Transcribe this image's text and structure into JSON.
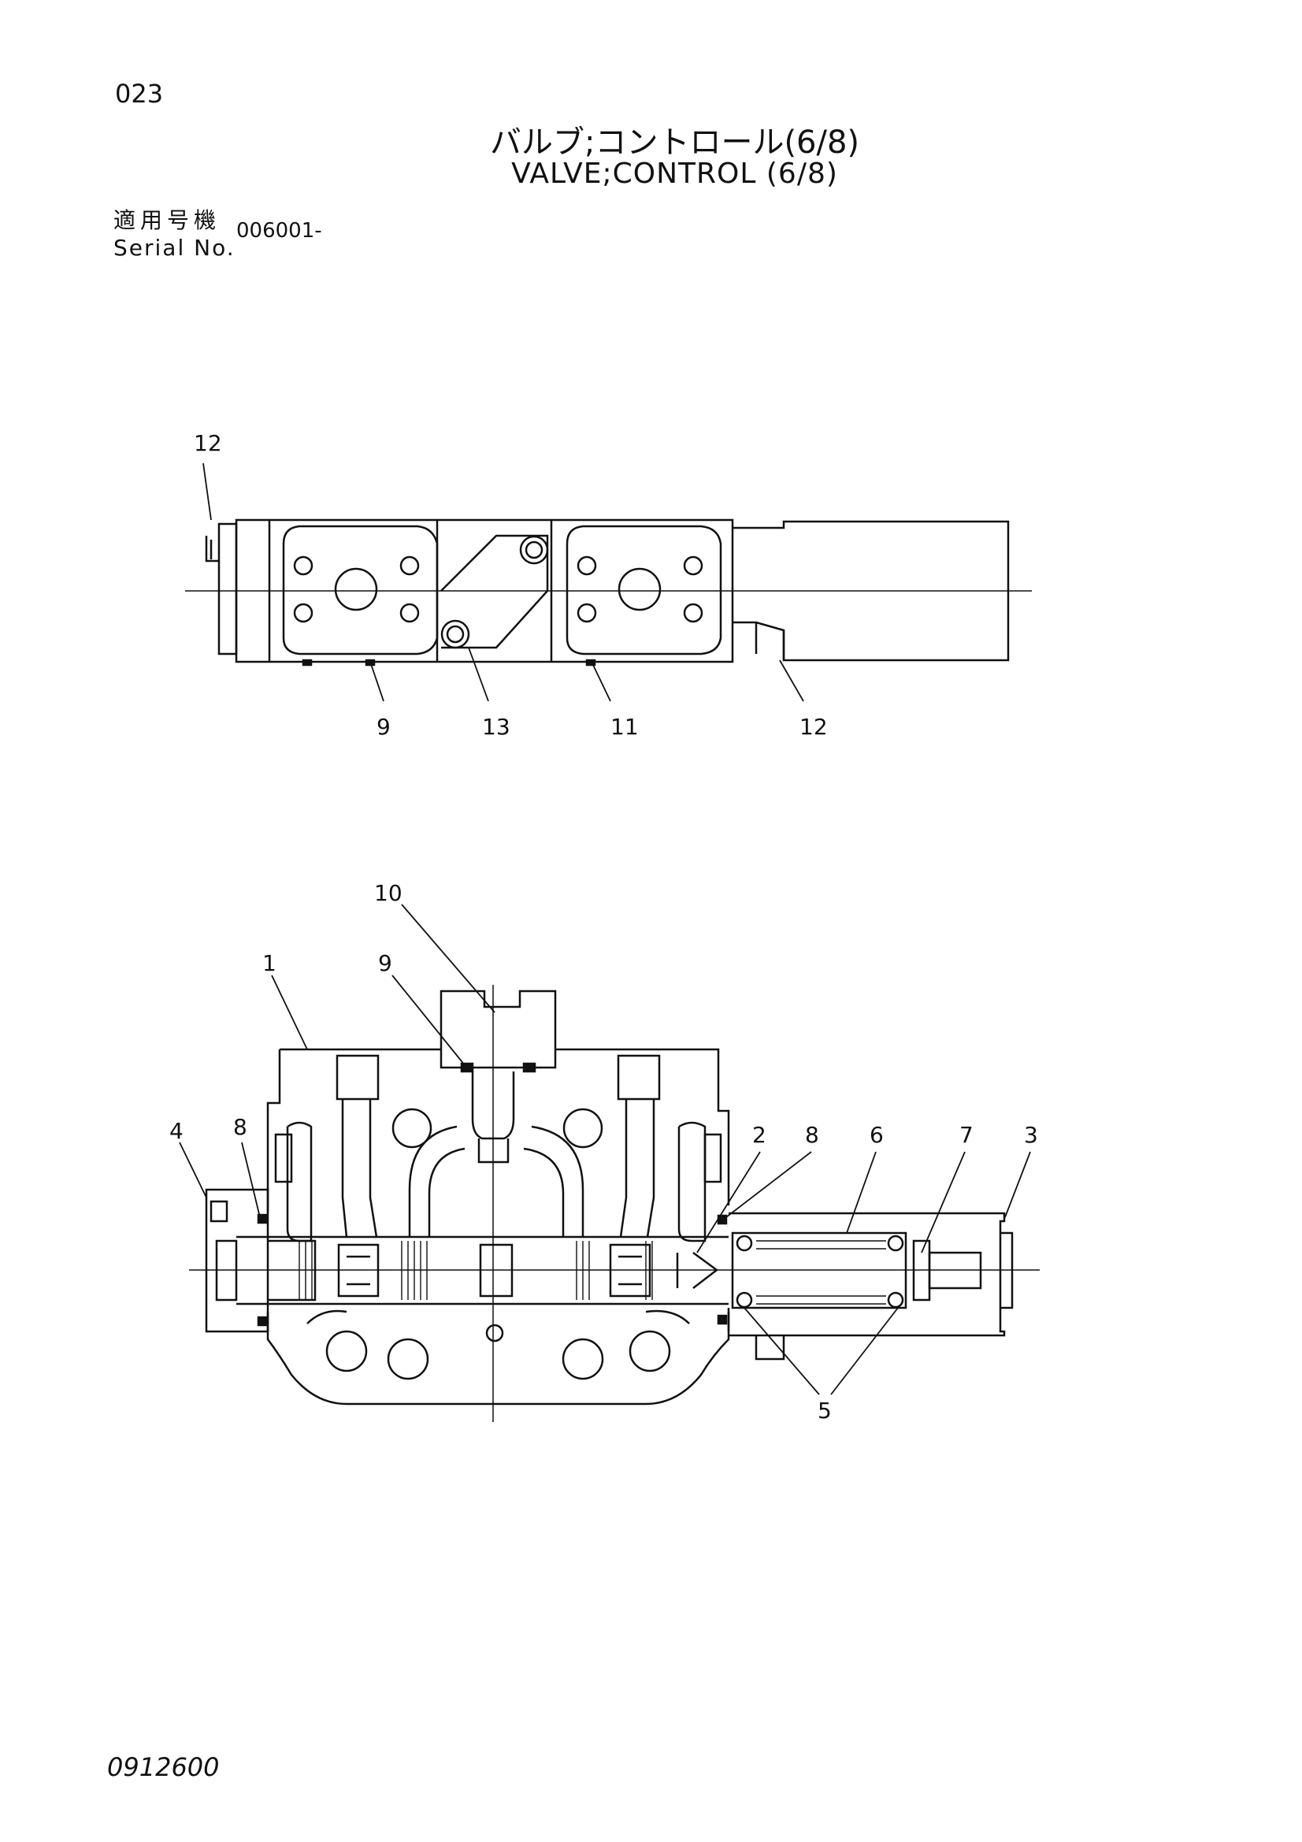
{
  "header": {
    "page_number": "023",
    "title_jp": "バルブ;コントロール(6/8)",
    "title_en": "VALVE;CONTROL (6/8)",
    "serial_label_jp": "適用号機",
    "serial_label_en": "Serial No.",
    "serial_value": "006001-"
  },
  "top_view": {
    "callouts": [
      "12",
      "9",
      "13",
      "11",
      "12"
    ]
  },
  "section_view": {
    "callouts": [
      "10",
      "1",
      "9",
      "4",
      "8",
      "2",
      "8",
      "6",
      "7",
      "3",
      "5"
    ]
  },
  "footer": {
    "doc_code": "0912600"
  }
}
